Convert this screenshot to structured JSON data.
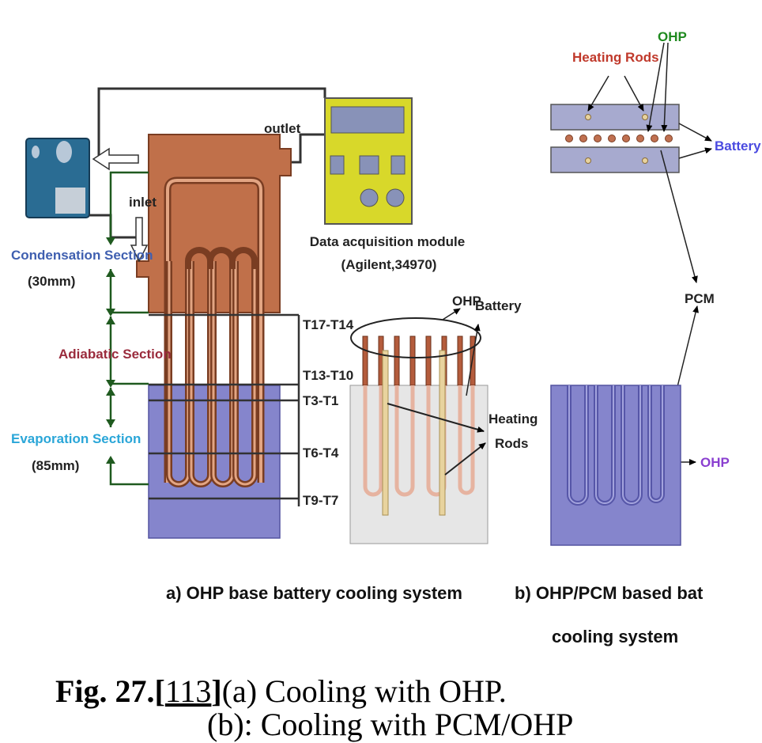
{
  "diagram_a": {
    "outlet": "outlet",
    "inlet": "inlet",
    "daq_title": "Data acquisition module",
    "daq_model": "(Agilent,34970)",
    "condensation_title": "Condensation Section",
    "condensation_length": "(30mm)",
    "adiabatic_title": "Adiabatic Section",
    "evaporation_title": "Evaporation Section",
    "evaporation_length": "(85mm)",
    "thermocouples": [
      "T17-T14",
      "T13-T10",
      "T3-T1",
      "T6-T4",
      "T9-T7"
    ],
    "ohp_label": "OHP",
    "battery_label": "Battery",
    "heating_rods_line1": "Heating",
    "heating_rods_line2": "Rods",
    "caption": "a) OHP base battery cooling system"
  },
  "diagram_b": {
    "heating_rods": "Heating Rods",
    "ohp_top": "OHP",
    "battery": "Battery",
    "pcm": "PCM",
    "ohp_right": "OHP",
    "caption_line1": "b) OHP/PCM based bat",
    "caption_line2": "cooling system"
  },
  "figure_caption": {
    "fig_label": "Fig. 27.",
    "ref_open": "[",
    "ref_num": "113",
    "ref_close": "]",
    "line1_text": "(a) Cooling with OHP.",
    "line2_text": "(b): Cooling with PCM/OHP"
  },
  "colors": {
    "copper": "#c0704a",
    "evaporator": "#8585cc",
    "water_box": "#2a6c93",
    "daq_yellow": "#d8d82a",
    "condensation_text": "#3f5fb0",
    "adiabatic_text": "#9a2b3c",
    "evaporation_text": "#2aa6d8",
    "ohp_green": "#1f8a1f",
    "heating_red": "#c0392b",
    "battery_blue": "#4a4ae0"
  }
}
